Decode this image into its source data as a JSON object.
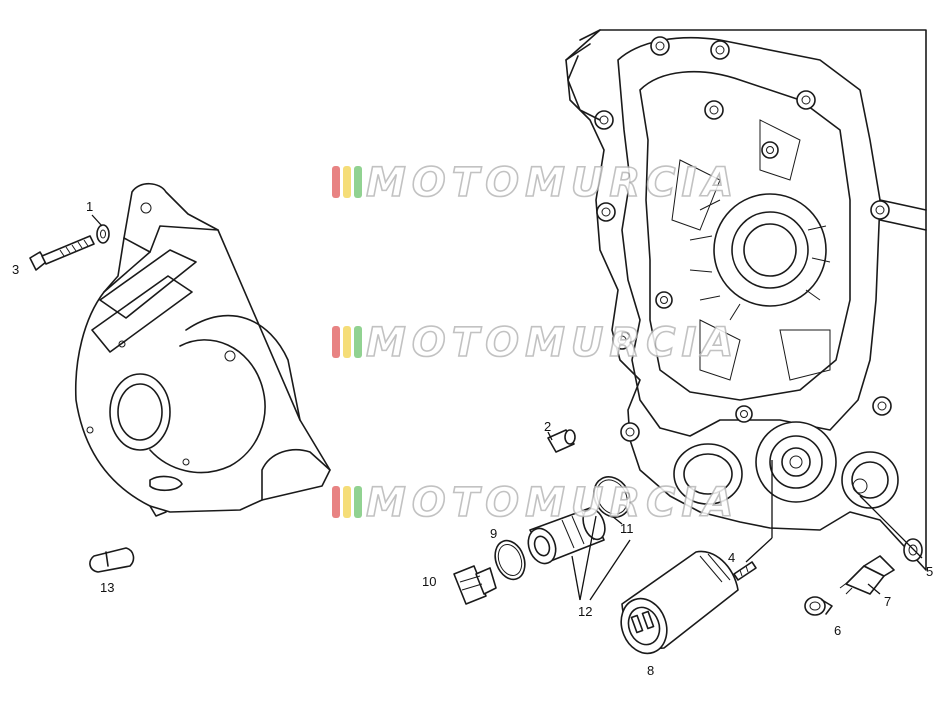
{
  "watermark": {
    "text": "MOTOMURCIA",
    "bar_colors": [
      "#e05a5a",
      "#f2d14b",
      "#6cc36c"
    ]
  },
  "callouts": [
    {
      "id": "1",
      "text": "1"
    },
    {
      "id": "2",
      "text": "2"
    },
    {
      "id": "3",
      "text": "3"
    },
    {
      "id": "4",
      "text": "4"
    },
    {
      "id": "5",
      "text": "5"
    },
    {
      "id": "6",
      "text": "6"
    },
    {
      "id": "7",
      "text": "7"
    },
    {
      "id": "8",
      "text": "8"
    },
    {
      "id": "9",
      "text": "9"
    },
    {
      "id": "10",
      "text": "10"
    },
    {
      "id": "11",
      "text": "11"
    },
    {
      "id": "12",
      "text": "12"
    },
    {
      "id": "13",
      "text": "13"
    }
  ]
}
